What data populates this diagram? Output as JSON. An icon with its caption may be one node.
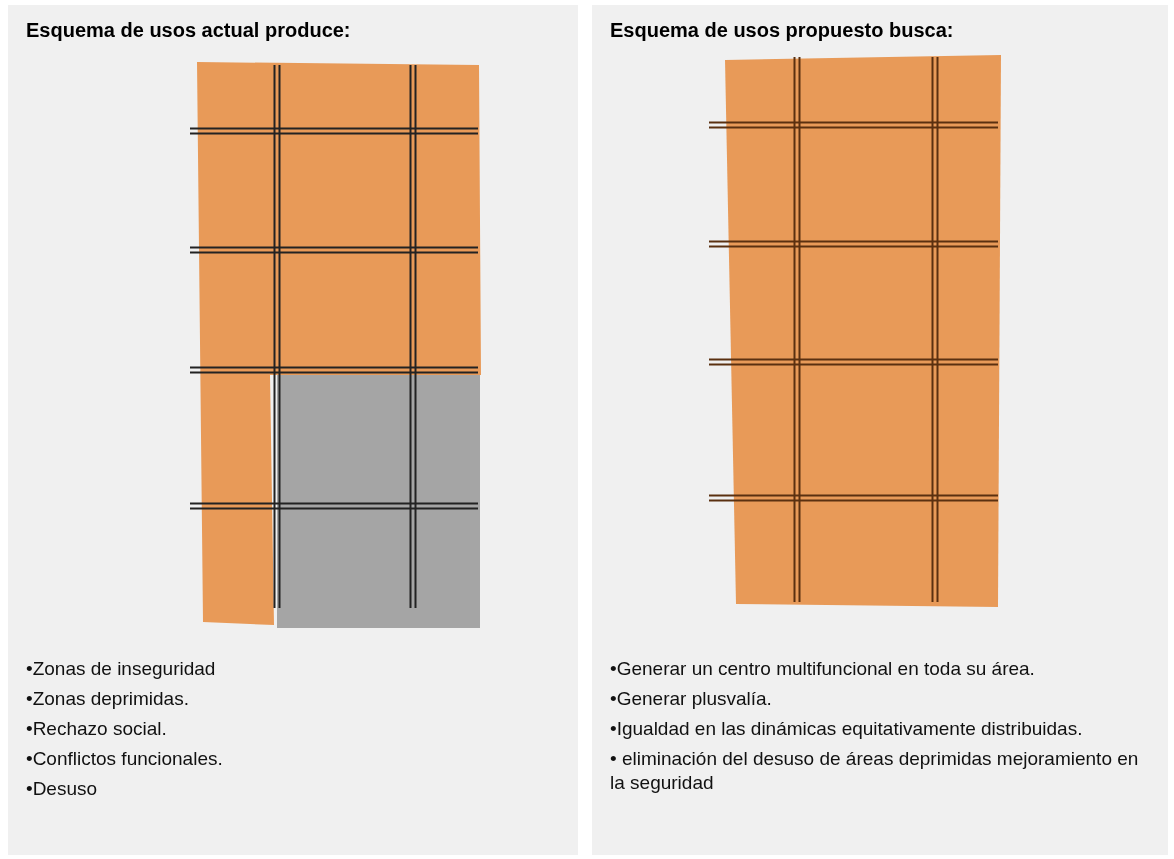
{
  "diagram": {
    "nodes": [
      {
        "text": [
          "Esquema de usos actual produce:",
          "•Zonas de inseguridad",
          "•Zonas deprimidas.",
          "•Rechazo social.",
          "•Conflictos funcionales.",
          "•Desuso"
        ]
      },
      {
        "text": [
          "Esquema de usos propuesto busca:",
          "•Generar un centro multifuncional en toda su área.",
          "•Generar plusvalía.",
          "•Igualdad en las dinámicas equitativamente distribuidas.",
          "• eliminación del desuso de áreas deprimidas mejoramiento en la seguridad"
        ]
      }
    ]
  }
}
